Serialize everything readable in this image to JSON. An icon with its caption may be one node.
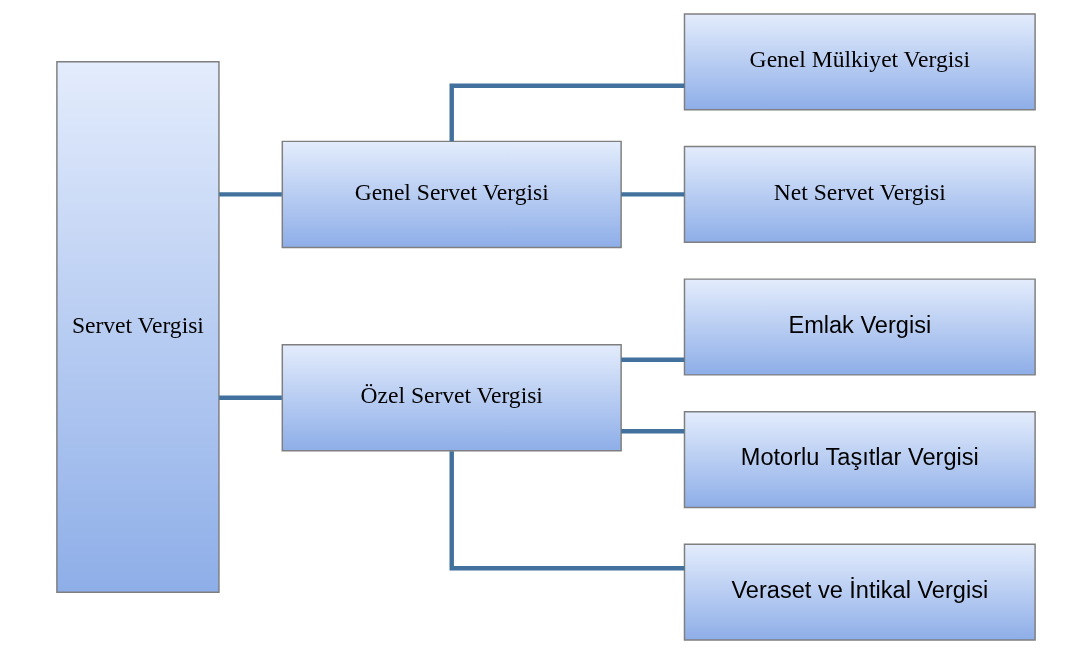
{
  "diagram": {
    "nodes": [
      {
        "text": [
          "Servet Vergisi"
        ]
      },
      {
        "text": [
          "Genel Servet Vergisi"
        ]
      },
      {
        "text": [
          "Özel Servet Vergisi"
        ]
      },
      {
        "text": [
          "Genel Mülkiyet Vergisi"
        ]
      },
      {
        "text": [
          "Net Servet Vergisi"
        ]
      },
      {
        "text": [
          "Emlak Vergisi"
        ]
      },
      {
        "text": [
          "Motorlu Taşıtlar Vergisi"
        ]
      },
      {
        "text": [
          "Veraset ve İntikal Vergisi"
        ]
      }
    ],
    "edges": [
      {
        "from": 0,
        "to": 1,
        "arrow": "none"
      },
      {
        "from": 0,
        "to": 2,
        "arrow": "none"
      },
      {
        "from": 1,
        "to": 3,
        "arrow": "none"
      },
      {
        "from": 1,
        "to": 4,
        "arrow": "none"
      },
      {
        "from": 2,
        "to": 5,
        "arrow": "none"
      },
      {
        "from": 2,
        "to": 6,
        "arrow": "none"
      },
      {
        "from": 2,
        "to": 7,
        "arrow": "none"
      }
    ]
  }
}
